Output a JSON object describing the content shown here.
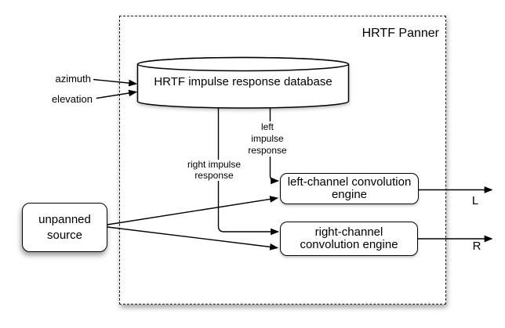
{
  "frame": {
    "title": "HRTF Panner"
  },
  "database": {
    "label": "HRTF impulse response database"
  },
  "params": {
    "azimuth": "azimuth",
    "elevation": "elevation"
  },
  "wires": {
    "left_impulse": "left\nimpulse\nresponse",
    "right_impulse": "right impulse\nresponse"
  },
  "nodes": {
    "source": "unpanned\nsource",
    "left_engine": "left-channel convolution\nengine",
    "right_engine": "right-channel\nconvolution engine"
  },
  "outputs": {
    "left": "L",
    "right": "R"
  },
  "colors": {
    "ink": "#000000",
    "background": "#ffffff"
  }
}
